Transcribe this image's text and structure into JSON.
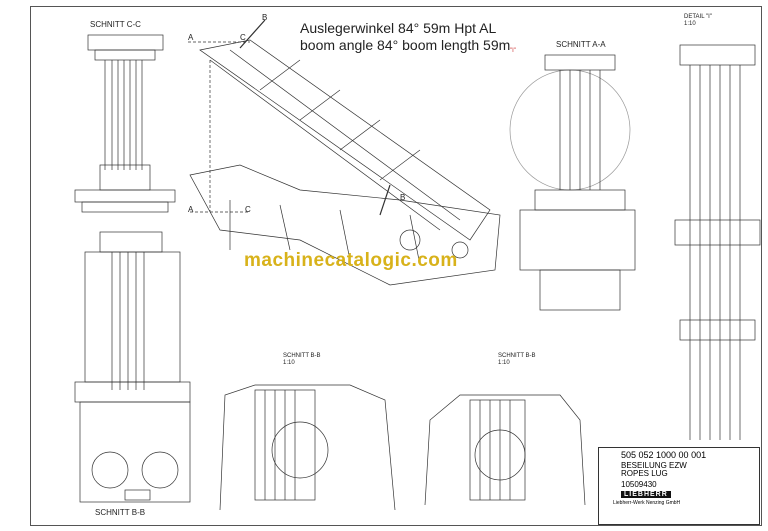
{
  "title": {
    "line1": "Auslegerwinkel 84° 59m Hpt AL",
    "line2": "boom angle 84° boom length 59m"
  },
  "watermark": "machinecatalogic.com",
  "views": {
    "schnitt_cc": "SCHNITT C-C",
    "schnitt_aa": "SCHNITT A-A",
    "detail_i": "DETAIL \"I\"",
    "detail_i_scale": "1:10",
    "detail_marker": "\"I\"",
    "schnitt_bb_1": "SCHNITT B-B",
    "schnitt_bb_1_scale": "1:10",
    "schnitt_bb_2": "SCHNITT B-B",
    "schnitt_bb_2_scale": "1:10",
    "schnitt_bb_main": "SCHNITT B-B"
  },
  "section_marks": [
    "A",
    "B",
    "C",
    "A",
    "C",
    "B"
  ],
  "title_block": {
    "drawing_no": "505 052 1000 00 001",
    "name_de": "BESEILUNG EZW",
    "name_en": "ROPES LUG",
    "id_no": "10509430",
    "logo": "LIEBHERR",
    "company": "Liebherr-Werk Nenzing GmbH"
  }
}
